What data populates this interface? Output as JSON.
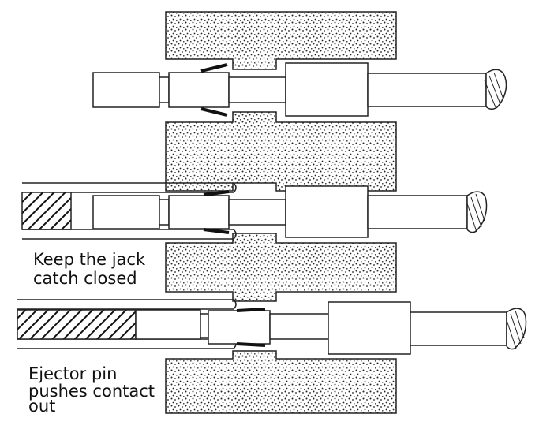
{
  "labels": {
    "keep_catch_line1": "Keep the jack",
    "keep_catch_line2": "catch closed",
    "ejector_line1": "Ejector pin",
    "ejector_line2": "pushes contact",
    "ejector_line3": "out"
  }
}
